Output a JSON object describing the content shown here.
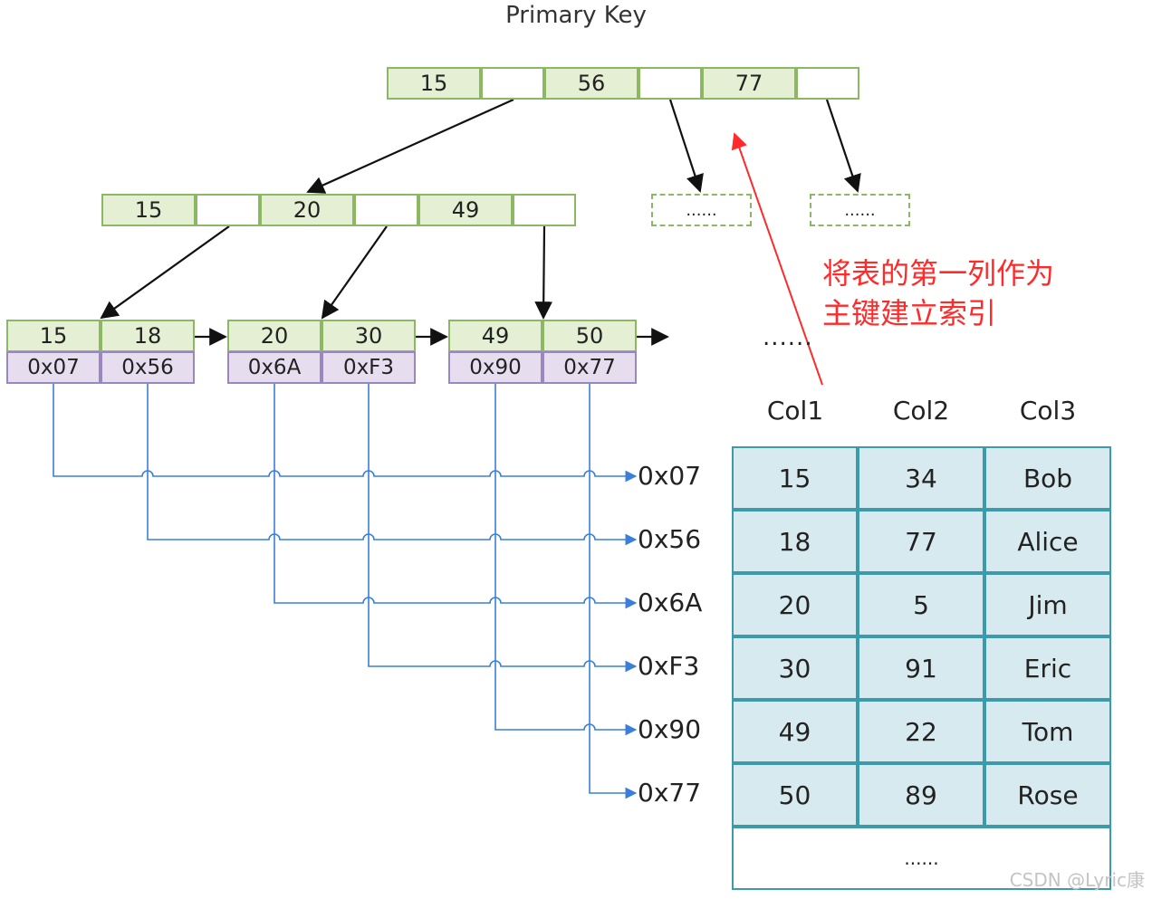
{
  "title": "Primary Key",
  "root_keys": [
    "15",
    "56",
    "77"
  ],
  "mid_keys": [
    "15",
    "20",
    "49"
  ],
  "placeholder": "......",
  "leaves": [
    {
      "keys": [
        "15",
        "18"
      ],
      "addrs": [
        "0x07",
        "0x56"
      ]
    },
    {
      "keys": [
        "20",
        "30"
      ],
      "addrs": [
        "0x6A",
        "0xF3"
      ]
    },
    {
      "keys": [
        "49",
        "50"
      ],
      "addrs": [
        "0x90",
        "0x77"
      ]
    }
  ],
  "leaf_ellipsis": "......",
  "table": {
    "headers": [
      "Col1",
      "Col2",
      "Col3"
    ],
    "rows": [
      {
        "addr": "0x07",
        "cells": [
          "15",
          "34",
          "Bob"
        ]
      },
      {
        "addr": "0x56",
        "cells": [
          "18",
          "77",
          "Alice"
        ]
      },
      {
        "addr": "0x6A",
        "cells": [
          "20",
          "5",
          "Jim"
        ]
      },
      {
        "addr": "0xF3",
        "cells": [
          "30",
          "91",
          "Eric"
        ]
      },
      {
        "addr": "0x90",
        "cells": [
          "49",
          "22",
          "Tom"
        ]
      },
      {
        "addr": "0x77",
        "cells": [
          "50",
          "89",
          "Rose"
        ]
      }
    ],
    "footer": "......"
  },
  "annotation": {
    "line1": "将表的第一列作为",
    "line2": "主键建立索引"
  },
  "watermark": "CSDN @Lyric康",
  "colors": {
    "key_fill": "#e4efd3",
    "key_border": "#8cb864",
    "addr_fill": "#e6deef",
    "addr_border": "#9a86c0",
    "table_fill": "#d7eaef",
    "table_border": "#3d9aab",
    "link_line": "#3a7fd9",
    "annotation": "#ff2a2a"
  }
}
